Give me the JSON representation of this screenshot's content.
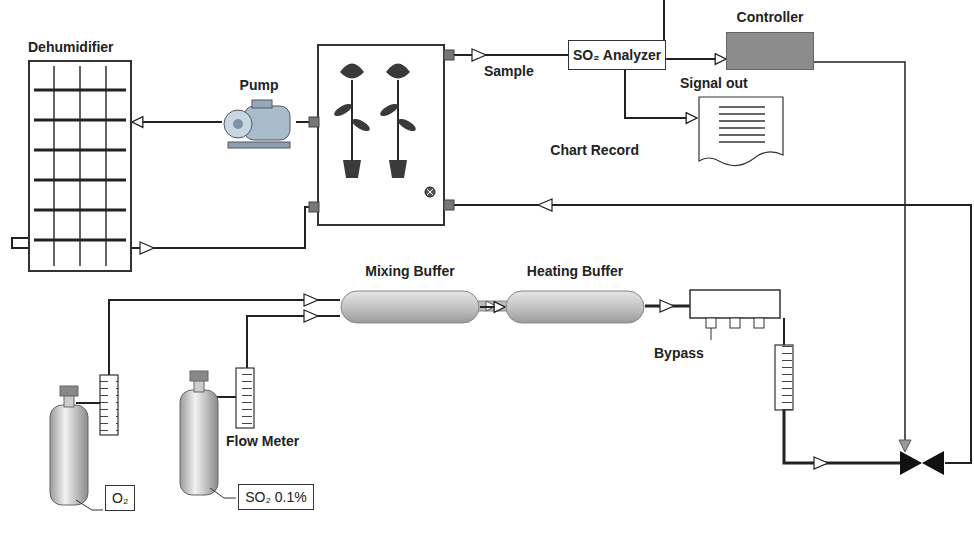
{
  "diagram": {
    "nodes": [
      {
        "text": [
          "Dehumidifier"
        ]
      },
      {
        "text": [
          "Pump"
        ]
      },
      {
        "text": [
          "SO₂ Analyzer"
        ]
      },
      {
        "text": [
          "Controller"
        ]
      },
      {
        "text": [
          "Chart Record"
        ]
      },
      {
        "text": [
          "Mixing Buffer"
        ]
      },
      {
        "text": [
          "Heating Buffer"
        ]
      },
      {
        "text": [
          "O₂"
        ]
      },
      {
        "text": [
          "SO₂ 0.1%"
        ]
      }
    ],
    "edges": [
      {
        "from": 1,
        "to": 0,
        "arrow": "to"
      },
      {
        "from": 2,
        "to": 3,
        "arrow": "to"
      },
      {
        "from": 2,
        "to": 4,
        "arrow": "to"
      },
      {
        "from": 5,
        "to": 6,
        "arrow": "to"
      }
    ],
    "labels": [
      "Sample",
      "Signal out",
      "Flow Meter",
      "Bypass"
    ]
  }
}
